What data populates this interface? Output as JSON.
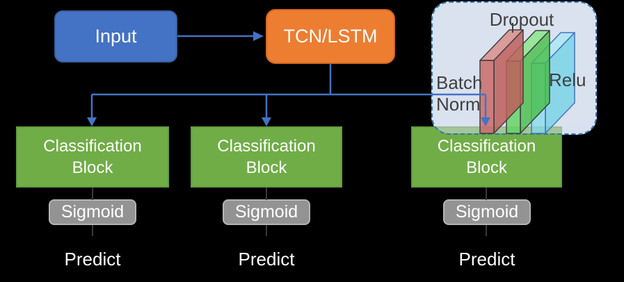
{
  "nodes": {
    "input": {
      "label": "Input"
    },
    "model": {
      "label": "TCN/LSTM"
    }
  },
  "callout": {
    "dropout_label": "Dropout",
    "batch_norm_label": "Batch\nNorm",
    "relu_label": "Relu"
  },
  "columns": [
    {
      "block_label": "Classification\nBlock",
      "activation_label": "Sigmoid",
      "predict_label": "Predict"
    },
    {
      "block_label": "Classification\nBlock",
      "activation_label": "Sigmoid",
      "predict_label": "Predict"
    },
    {
      "block_label": "Classification\nBlock",
      "activation_label": "Sigmoid",
      "predict_label": "Predict"
    }
  ],
  "palette": {
    "background": "#000000",
    "input_fill": "#4472C4",
    "model_fill": "#ED7D31",
    "block_fill": "#70AD47",
    "activation_fill": "#939393",
    "connector_blue": "#4472C4",
    "callout_fill": "#D9E2EE",
    "callout_border": "#2E75B6",
    "callout_text": "#404040",
    "slab_red": "#C96B68",
    "slab_green": "#5FD35F",
    "slab_cyan": "#7FDBEA"
  }
}
